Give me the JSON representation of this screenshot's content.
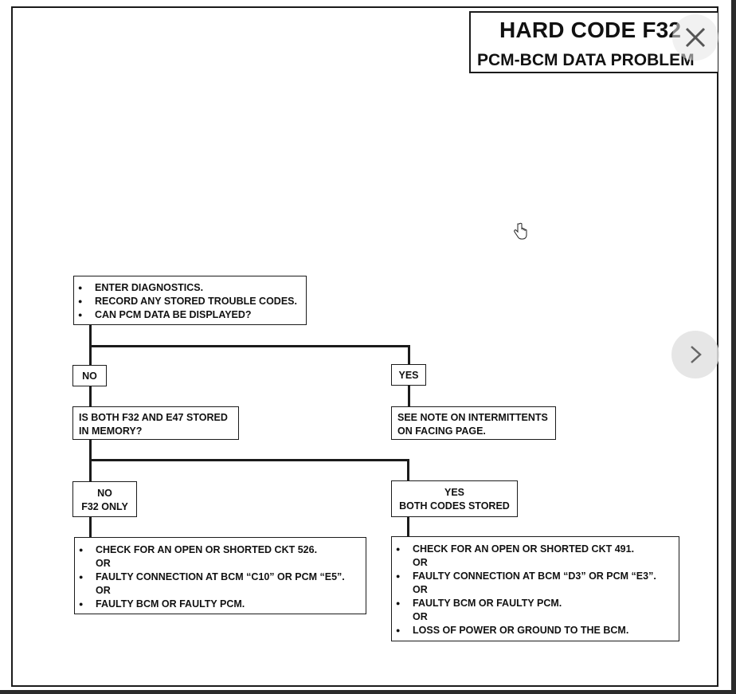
{
  "title": {
    "main": "HARD CODE F32",
    "subtitle": "PCM-BCM DATA PROBLEM"
  },
  "viewer": {
    "close_icon": "close-icon",
    "next_icon": "chevron-right-icon",
    "cursor_icon": "hand-pointer-icon"
  },
  "flowchart": {
    "start": {
      "items": [
        "ENTER DIAGNOSTICS.",
        "RECORD ANY STORED TROUBLE CODES.",
        "CAN PCM DATA BE DISPLAYED?"
      ]
    },
    "branch1": {
      "no_label": "NO",
      "yes_label": "YES",
      "yes_result": [
        "SEE NOTE ON INTERMITTENTS",
        "ON FACING PAGE."
      ]
    },
    "question2": [
      "IS BOTH F32 AND E47 STORED",
      "IN MEMORY?"
    ],
    "branch2": {
      "no_label": [
        "NO",
        "F32 ONLY"
      ],
      "yes_label": [
        "YES",
        "BOTH CODES STORED"
      ]
    },
    "no_result": {
      "lines": [
        {
          "bullet": true,
          "text": "CHECK FOR AN OPEN OR SHORTED CKT 526."
        },
        {
          "bullet": false,
          "text": "OR"
        },
        {
          "bullet": true,
          "text": "FAULTY CONNECTION AT BCM “C10” OR PCM “E5”."
        },
        {
          "bullet": false,
          "text": "OR"
        },
        {
          "bullet": true,
          "text": "FAULTY BCM OR FAULTY PCM."
        }
      ]
    },
    "yes_result": {
      "lines": [
        {
          "bullet": true,
          "text": "CHECK FOR AN OPEN OR SHORTED CKT 491."
        },
        {
          "bullet": false,
          "text": "OR"
        },
        {
          "bullet": true,
          "text": "FAULTY CONNECTION AT BCM “D3” OR PCM “E3”."
        },
        {
          "bullet": false,
          "text": "OR"
        },
        {
          "bullet": true,
          "text": "FAULTY BCM OR FAULTY PCM."
        },
        {
          "bullet": false,
          "text": "OR"
        },
        {
          "bullet": true,
          "text": "LOSS OF POWER OR GROUND TO THE BCM."
        }
      ]
    }
  }
}
